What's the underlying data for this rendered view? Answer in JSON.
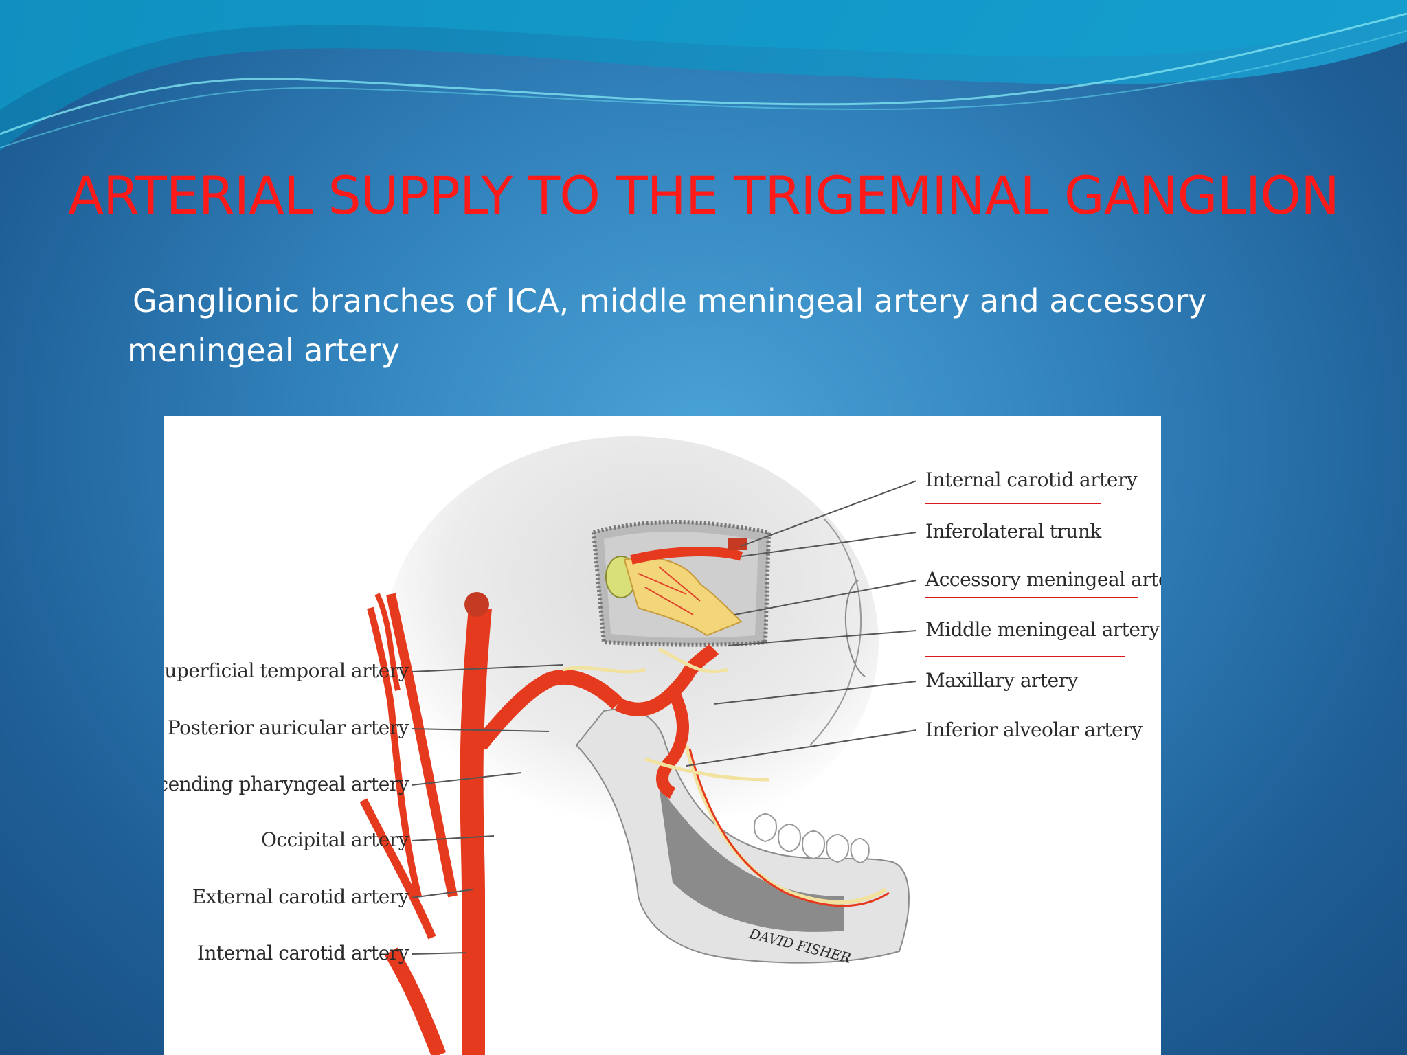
{
  "slide": {
    "title": "ARTERIAL SUPPLY TO THE TRIGEMINAL GANGLION",
    "body": "Ganglionic branches of ICA, middle meningeal artery and accessory meningeal artery"
  },
  "colors": {
    "title": "#ff1a1a",
    "background": "#3283bd",
    "artery": "#e63a1e",
    "nerve": "#f2e2a0",
    "underline": "#d81a1a"
  },
  "figure": {
    "left_labels": [
      "Superficial temporal artery",
      "Posterior auricular artery",
      "Ascending pharyngeal artery",
      "Occipital artery",
      "External carotid artery",
      "Internal carotid artery"
    ],
    "right_labels": [
      {
        "text": "Internal carotid artery",
        "underlined": true
      },
      {
        "text": "Inferolateral trunk",
        "underlined": false
      },
      {
        "text": "Accessory meningeal artery",
        "underlined": true
      },
      {
        "text": "Middle meningeal artery",
        "underlined": true
      },
      {
        "text": "Maxillary artery",
        "underlined": false
      },
      {
        "text": "Inferior alveolar artery",
        "underlined": false
      }
    ],
    "signature": "DAVID FISHER"
  }
}
